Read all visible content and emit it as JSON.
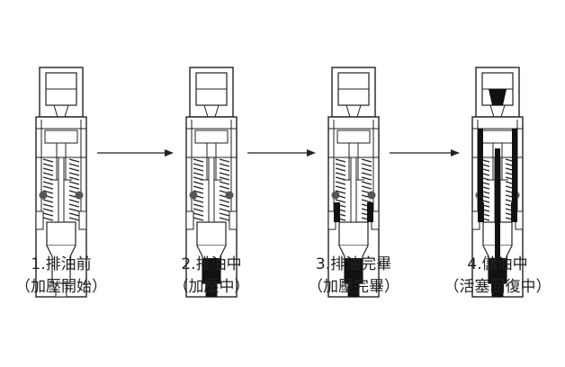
{
  "stages": [
    {
      "number": "1.",
      "name": "排油前",
      "note": "（加壓開始）",
      "fill": "none"
    },
    {
      "number": "2.",
      "name": "排油中",
      "note": "（加壓中）",
      "fill": "bottom"
    },
    {
      "number": "3.",
      "name": "排油完畢",
      "note": "（加壓完畢）",
      "fill": "bottom-side"
    },
    {
      "number": "4.",
      "name": "儲油中",
      "note": "（活塞回復中）",
      "fill": "full"
    }
  ],
  "colors": {
    "line": "#222222",
    "oil": "#111111",
    "ball": "#555555"
  },
  "arrow_count": 3
}
